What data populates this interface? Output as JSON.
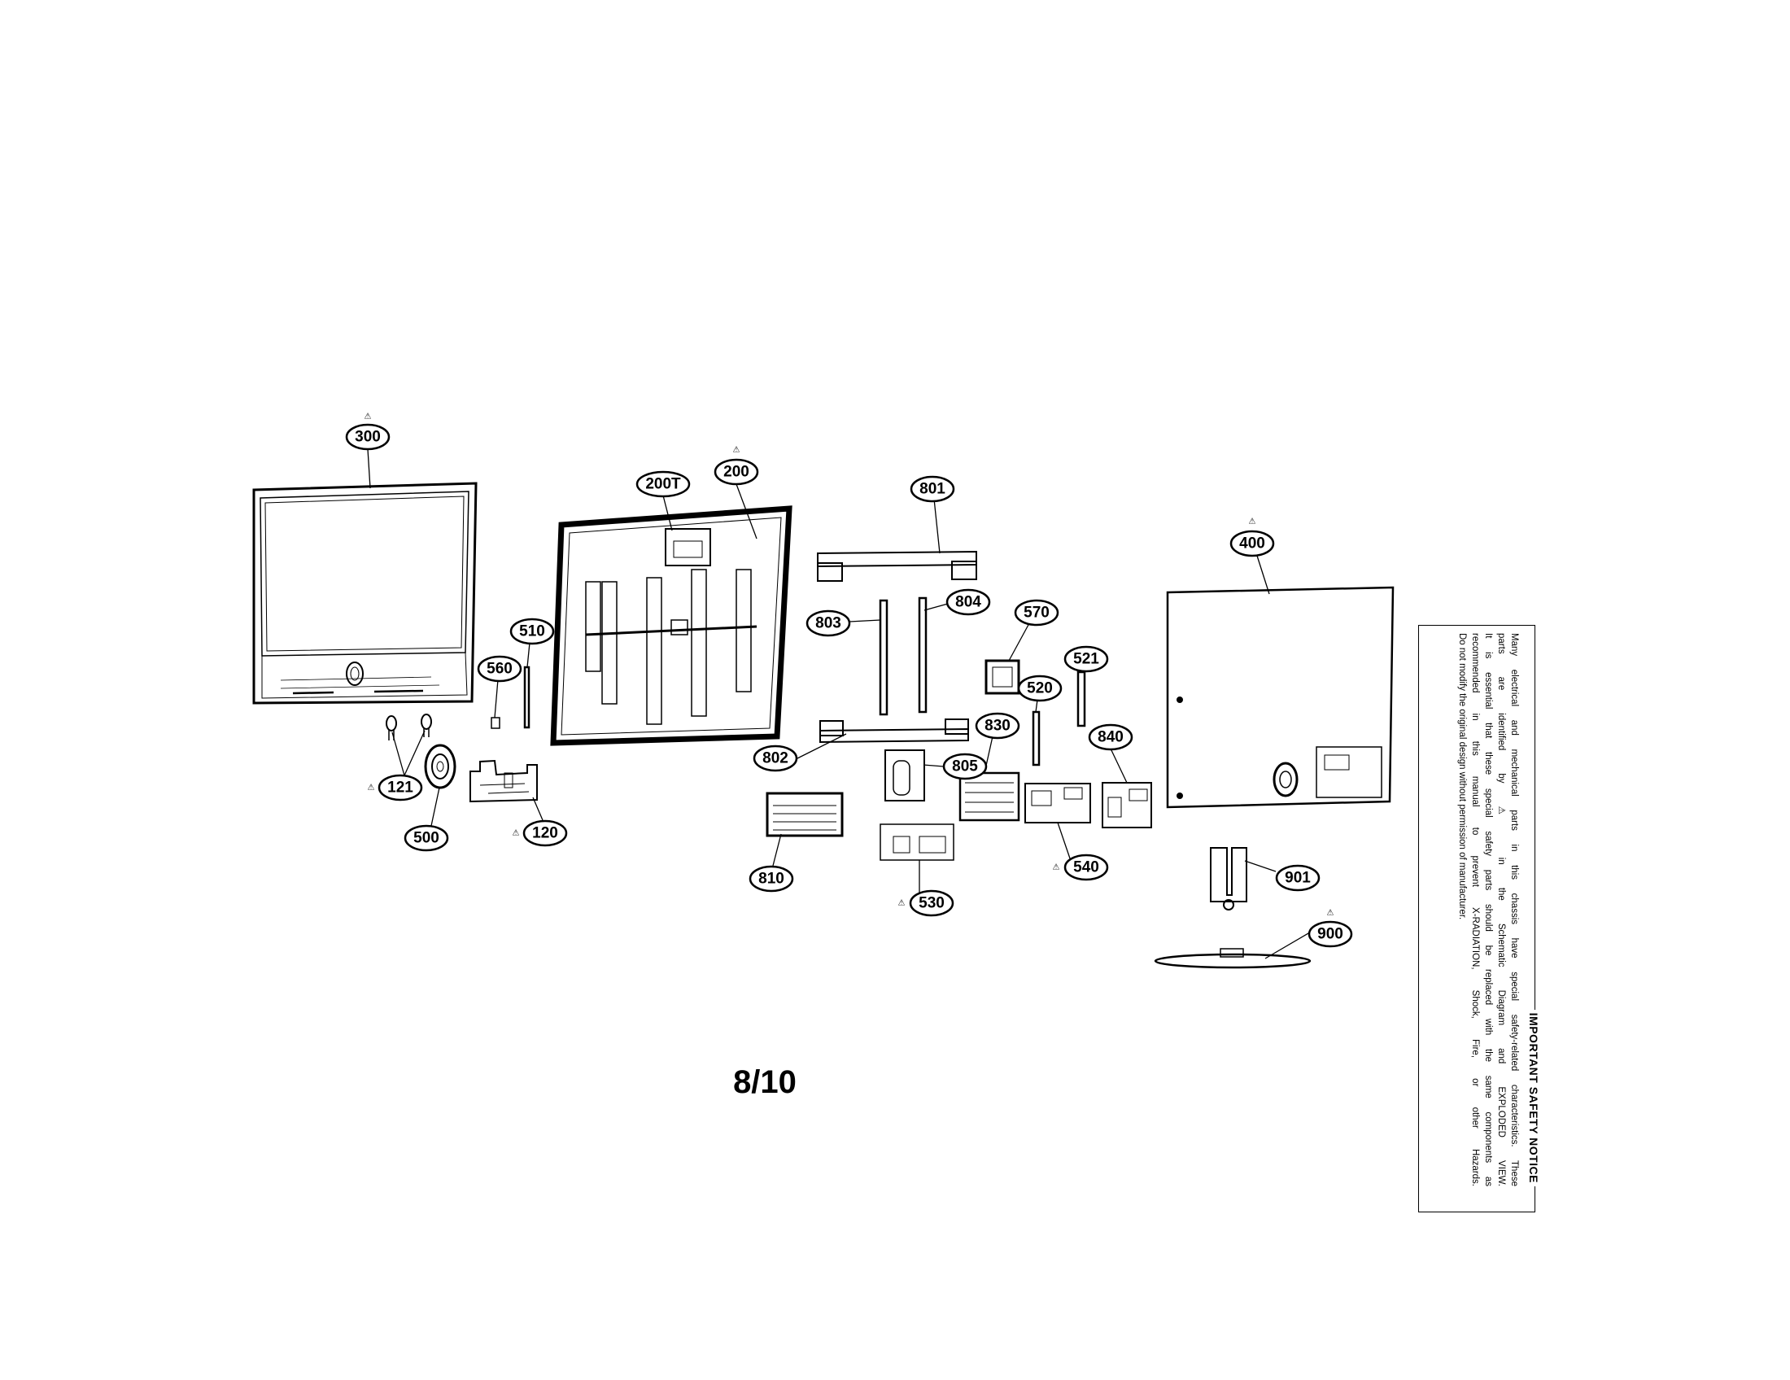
{
  "page": {
    "number": "8/10"
  },
  "warning_symbol": "⚠",
  "callouts": [
    {
      "id": "300",
      "label": "300",
      "warn": true
    },
    {
      "id": "200T",
      "label": "200T",
      "warn": false
    },
    {
      "id": "200",
      "label": "200",
      "warn": true
    },
    {
      "id": "801",
      "label": "801",
      "warn": false
    },
    {
      "id": "400",
      "label": "400",
      "warn": true
    },
    {
      "id": "803",
      "label": "803",
      "warn": false
    },
    {
      "id": "804",
      "label": "804",
      "warn": false
    },
    {
      "id": "570",
      "label": "570",
      "warn": false
    },
    {
      "id": "510",
      "label": "510",
      "warn": false
    },
    {
      "id": "560",
      "label": "560",
      "warn": false
    },
    {
      "id": "521",
      "label": "521",
      "warn": false
    },
    {
      "id": "520",
      "label": "520",
      "warn": false
    },
    {
      "id": "830",
      "label": "830",
      "warn": false
    },
    {
      "id": "840",
      "label": "840",
      "warn": false
    },
    {
      "id": "802",
      "label": "802",
      "warn": false
    },
    {
      "id": "805",
      "label": "805",
      "warn": false
    },
    {
      "id": "121",
      "label": "121",
      "warn": true
    },
    {
      "id": "500",
      "label": "500",
      "warn": false
    },
    {
      "id": "120",
      "label": "120",
      "warn": true
    },
    {
      "id": "810",
      "label": "810",
      "warn": false
    },
    {
      "id": "540",
      "label": "540",
      "warn": true
    },
    {
      "id": "530",
      "label": "530",
      "warn": true
    },
    {
      "id": "901",
      "label": "901",
      "warn": false
    },
    {
      "id": "900",
      "label": "900",
      "warn": true
    }
  ],
  "safety_notice": {
    "title": "IMPORTANT SAFETY NOTICE",
    "lines": [
      "Many electrical and mechanical parts in this chassis have special safety-related characteristics. These",
      "parts are identified by ⚠ in the Schematic Diagram and EXPLODED VIEW.",
      "It is essential that these special safety parts should be replaced with the same components as",
      "recommended in this manual to prevent X-RADIATION, Shock, Fire, or other Hazards.",
      "Do not modify the original design without permission of manufacturer."
    ]
  }
}
